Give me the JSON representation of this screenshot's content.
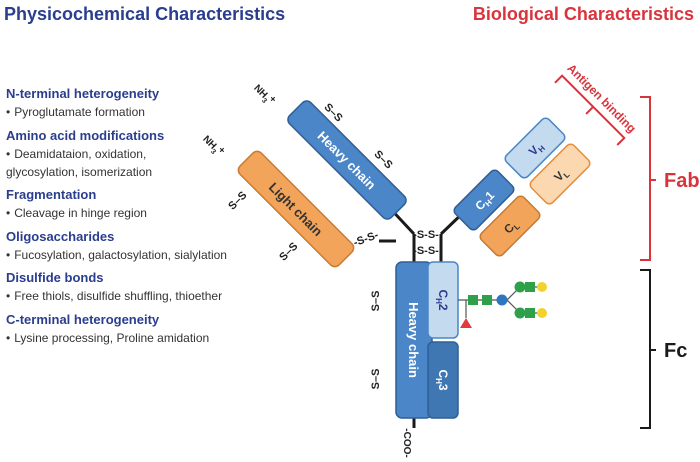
{
  "colors": {
    "title_blue": "#2a3d8f",
    "title_red": "#d9343c",
    "heavy_chain": "#4a86c8",
    "heavy_dark": "#3f77b3",
    "light_chain": "#f2a45a",
    "pale_blue": "#c4daee",
    "pale_orange": "#fbd8b0",
    "bracket_red": "#d9343c",
    "glycan_green": "#2fa04a",
    "glycan_blue": "#2d76c2",
    "glycan_yellow": "#f2d22f",
    "glycan_red": "#e03c3c"
  },
  "titles": {
    "left": "Physicochemical Characteristics",
    "right": "Biological Characteristics"
  },
  "characteristics": [
    {
      "heading": "N-terminal heterogeneity",
      "items": [
        "Pyroglutamate formation"
      ]
    },
    {
      "heading": "Amino acid modifications",
      "items": [
        "Deamidataion, oxidation,",
        "glycosylation, isomerization"
      ]
    },
    {
      "heading": "Fragmentation",
      "items": [
        "Cleavage in hinge region"
      ]
    },
    {
      "heading": "Oligosaccharides",
      "items": [
        "Fucosylation, galactosylation, sialylation"
      ]
    },
    {
      "heading": "Disulfide bonds",
      "items": [
        "Free thiols, disulfide shuffling, thioether"
      ]
    },
    {
      "heading": "C-terminal heterogeneity",
      "items": [
        "Lysine processing, Proline amidation"
      ]
    }
  ],
  "diagram": {
    "heavy_chain": "Heavy chain",
    "light_chain": "Light chain",
    "nh3_base": "NH",
    "nh3_sub": "3",
    "nh3_sup": "+",
    "coo": "-COO-",
    "ss": "S–S",
    "hinge_ss": "-S-S-",
    "light_heavy_ss": "-S-S-",
    "domains": {
      "vh": {
        "base": "V",
        "sub": "H"
      },
      "vl": {
        "base": "V",
        "sub": "L"
      },
      "cl": {
        "base": "C",
        "sub": "L"
      },
      "ch1": {
        "base": "C",
        "sub": "H",
        "suffix": "1"
      },
      "ch2": {
        "base": "C",
        "sub": "H",
        "suffix": "2"
      },
      "ch3": {
        "base": "C",
        "sub": "H",
        "suffix": "3"
      }
    }
  },
  "regions": {
    "antigen_binding": "Antigen binding",
    "fab": "Fab",
    "fc": "Fc"
  }
}
